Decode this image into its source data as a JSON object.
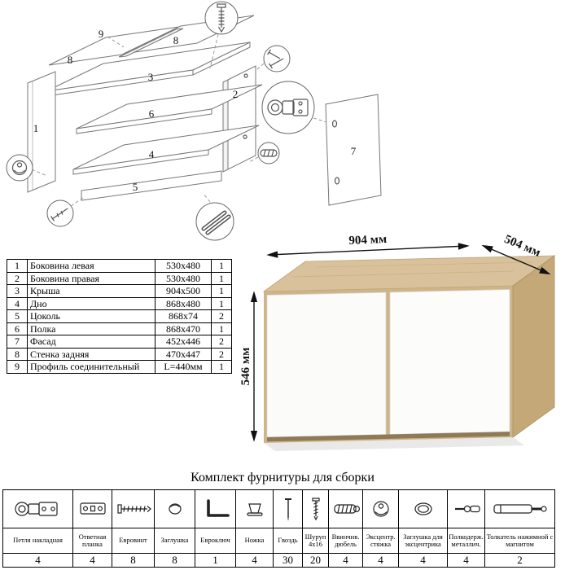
{
  "diagram": {
    "part_numbers": {
      "n1": "1",
      "n2": "2",
      "n3": "3",
      "n4": "4",
      "n5": "5",
      "n6": "6",
      "n7": "7",
      "n8": "8",
      "n9": "9"
    }
  },
  "parts_table": {
    "rows": [
      {
        "num": "1",
        "name": "Боковина левая",
        "size": "530x480",
        "qty": "1"
      },
      {
        "num": "2",
        "name": "Боковина правая",
        "size": "530x480",
        "qty": "1"
      },
      {
        "num": "3",
        "name": "Крыша",
        "size": "904x500",
        "qty": "1"
      },
      {
        "num": "4",
        "name": "Дно",
        "size": "868x480",
        "qty": "1"
      },
      {
        "num": "5",
        "name": "Цоколь",
        "size": "868x74",
        "qty": "2"
      },
      {
        "num": "6",
        "name": "Полка",
        "size": "868x470",
        "qty": "1"
      },
      {
        "num": "7",
        "name": "Фасад",
        "size": "452x446",
        "qty": "2"
      },
      {
        "num": "8",
        "name": "Стенка задняя",
        "size": "470x447",
        "qty": "2"
      },
      {
        "num": "9",
        "name": "Профиль соединительный",
        "size": "L=440мм",
        "qty": "1"
      }
    ]
  },
  "cabinet": {
    "width_label": "904 мм",
    "depth_label": "504 мм",
    "height_label": "546 мм"
  },
  "hardware": {
    "title": "Комплект фурнитуры для сборки",
    "items": [
      {
        "label": "Петля накладная",
        "qty": "4",
        "icon": "hinge-icon"
      },
      {
        "label": "Ответная планка",
        "qty": "4",
        "icon": "strike-plate-icon"
      },
      {
        "label": "Евровинт",
        "qty": "8",
        "icon": "confirmat-screw-icon"
      },
      {
        "label": "Заглушка",
        "qty": "8",
        "icon": "cap-icon"
      },
      {
        "label": "Евроключ",
        "qty": "1",
        "icon": "hex-key-icon"
      },
      {
        "label": "Ножка",
        "qty": "4",
        "icon": "foot-icon"
      },
      {
        "label": "Гвоздь",
        "qty": "30",
        "icon": "nail-icon"
      },
      {
        "label": "Шуруп 4x16",
        "qty": "20",
        "icon": "screw-icon"
      },
      {
        "label": "Ввинчив. дюбель",
        "qty": "4",
        "icon": "threaded-dowel-icon"
      },
      {
        "label": "Эксцентр. стяжка",
        "qty": "4",
        "icon": "eccentric-cam-icon"
      },
      {
        "label": "Заглушка для эксцентрика",
        "qty": "4",
        "icon": "cam-cap-icon"
      },
      {
        "label": "Полкодерж. металлич.",
        "qty": "4",
        "icon": "shelf-pin-icon"
      },
      {
        "label": "Толкатель нажимной с магнитом",
        "qty": "2",
        "icon": "push-latch-icon"
      }
    ]
  },
  "colors": {
    "wood_top": "#d9c29b",
    "wood_side": "#c4a878",
    "wood_front": "#cfb488",
    "door": "#fbfbfa",
    "line": "#777777"
  }
}
